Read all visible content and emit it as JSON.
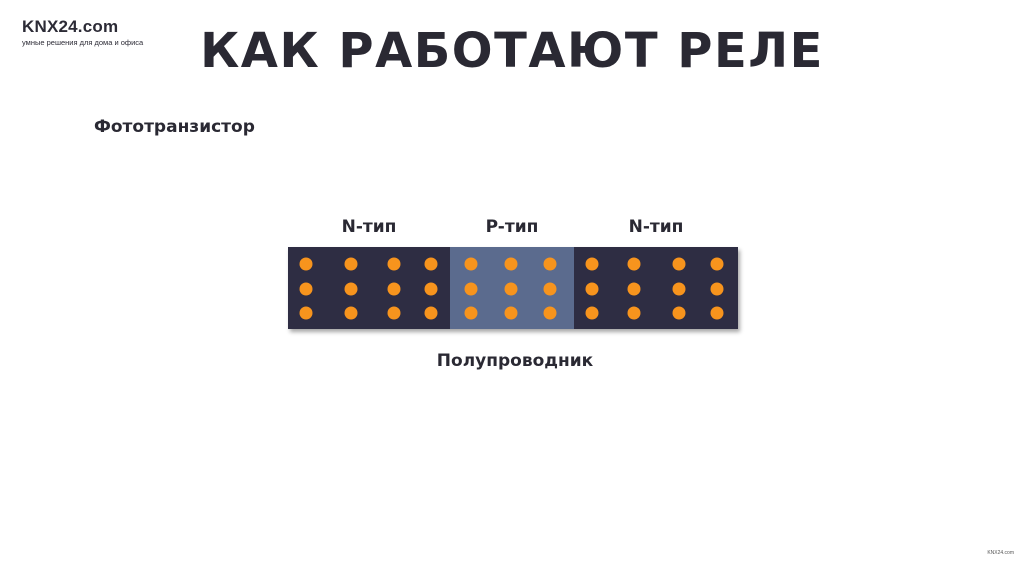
{
  "brand": {
    "name": "KNX24.com",
    "tagline": "умные решения для дома и офиса"
  },
  "slide": {
    "title": "КАК РАБОТАЮТ РЕЛЕ",
    "subtitle": "Фототранзистор",
    "caption": "Полупроводник"
  },
  "diagram": {
    "regions": [
      {
        "label": "N-тип",
        "color": "#2e2d43",
        "dot_columns": 4,
        "dot_rows": 3
      },
      {
        "label": "P-тип",
        "color": "#5b6b8e",
        "dot_columns": 3,
        "dot_rows": 3
      },
      {
        "label": "N-тип",
        "color": "#2e2d43",
        "dot_columns": 4,
        "dot_rows": 3
      }
    ],
    "dot_color": "#f7941d"
  },
  "watermark": "KNX24.com"
}
